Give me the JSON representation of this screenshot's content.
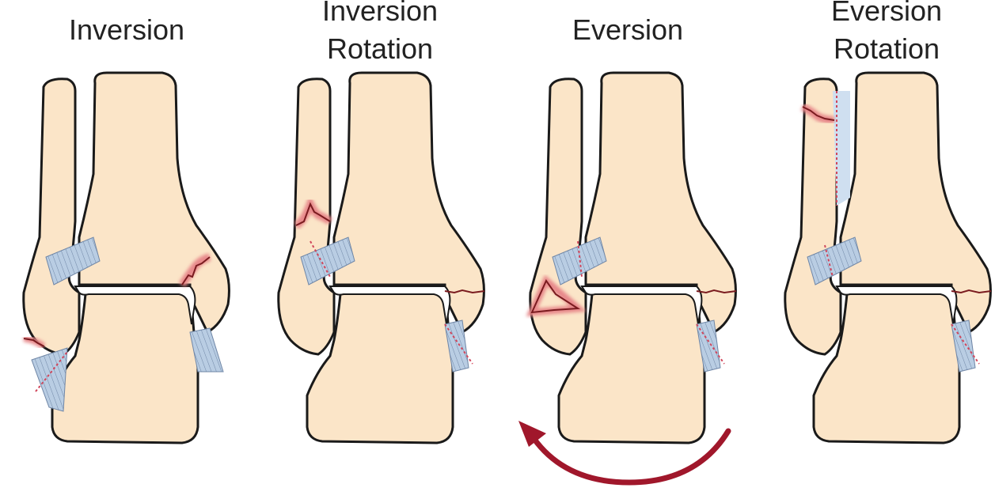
{
  "panels": [
    {
      "id": "inversion",
      "title_line1": "Inversion",
      "title_line2": ""
    },
    {
      "id": "inversion-rotation",
      "title_line1": "Inversion",
      "title_line2": "Rotation"
    },
    {
      "id": "eversion",
      "title_line1": "Eversion",
      "title_line2": ""
    },
    {
      "id": "eversion-rotation",
      "title_line1": "Eversion",
      "title_line2": "Rotation"
    }
  ],
  "colors": {
    "bone": "#fbe5c8",
    "outline": "#1a1a1a",
    "ligament": "#b9cde3",
    "ligament_lines": "#6f86a6",
    "fracture_glow": "#e7888a",
    "fracture_line": "#7a1b1f",
    "arrow": "#a0172b",
    "tear": "#d0455a"
  }
}
